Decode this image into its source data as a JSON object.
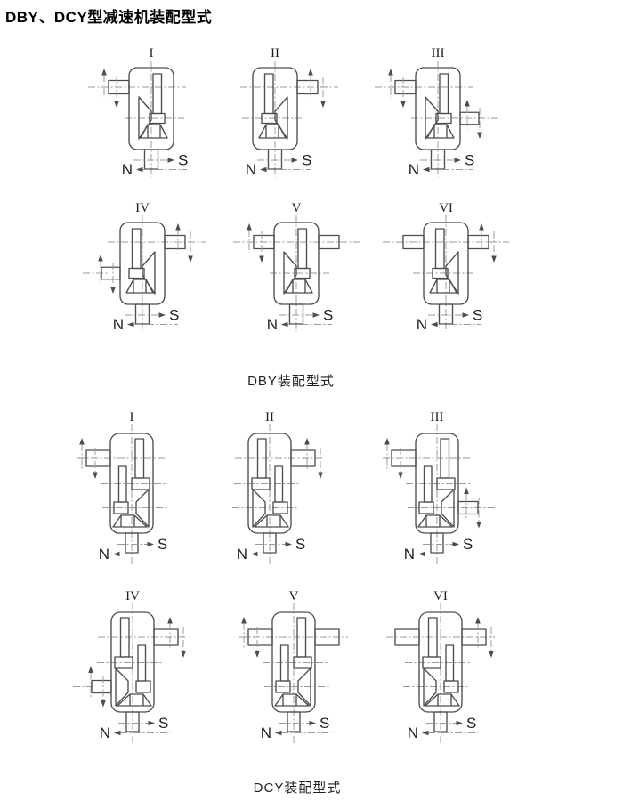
{
  "title": "DBY、DCY型减速机装配型式",
  "shaft_labels": {
    "speed_end": "S",
    "power_end": "N"
  },
  "colors": {
    "line": "#4d4d4d",
    "centerline": "#9a9a9a",
    "text": "#1f1f1f"
  },
  "groups": [
    {
      "id": "dby",
      "kind": "DBY",
      "caption": "DBY装配型式",
      "diagrams": [
        {
          "numeral": "I",
          "inner_side": "right",
          "shafts": [
            {
              "side": "left",
              "level": "top",
              "arrows": true
            }
          ]
        },
        {
          "numeral": "II",
          "inner_side": "left",
          "shafts": [
            {
              "side": "right",
              "level": "top",
              "arrows": true
            }
          ]
        },
        {
          "numeral": "III",
          "inner_side": "right",
          "shafts": [
            {
              "side": "left",
              "level": "top",
              "arrows": true
            },
            {
              "side": "right",
              "level": "mid",
              "arrows": true
            }
          ]
        },
        {
          "numeral": "IV",
          "inner_side": "left",
          "shafts": [
            {
              "side": "right",
              "level": "top",
              "arrows": true
            },
            {
              "side": "left",
              "level": "mid",
              "arrows": true
            }
          ]
        },
        {
          "numeral": "V",
          "inner_side": "right",
          "shafts": [
            {
              "side": "left",
              "level": "top",
              "arrows": true
            },
            {
              "side": "right",
              "level": "top",
              "arrows": false
            }
          ]
        },
        {
          "numeral": "VI",
          "inner_side": "left",
          "shafts": [
            {
              "side": "left",
              "level": "top",
              "arrows": false
            },
            {
              "side": "right",
              "level": "top",
              "arrows": true
            }
          ]
        }
      ]
    },
    {
      "id": "dcy",
      "kind": "DCY",
      "caption": "DCY装配型式",
      "diagrams": [
        {
          "numeral": "I",
          "inner_side": "right",
          "shafts": [
            {
              "side": "left",
              "level": "top",
              "arrows": true
            }
          ]
        },
        {
          "numeral": "II",
          "inner_side": "left",
          "shafts": [
            {
              "side": "right",
              "level": "top",
              "arrows": true
            }
          ]
        },
        {
          "numeral": "III",
          "inner_side": "right",
          "shafts": [
            {
              "side": "left",
              "level": "top",
              "arrows": true
            },
            {
              "side": "right",
              "level": "mid",
              "arrows": true
            }
          ]
        },
        {
          "numeral": "IV",
          "inner_side": "left",
          "shafts": [
            {
              "side": "right",
              "level": "top",
              "arrows": true
            },
            {
              "side": "left",
              "level": "mid",
              "arrows": true
            }
          ]
        },
        {
          "numeral": "V",
          "inner_side": "right",
          "shafts": [
            {
              "side": "left",
              "level": "top",
              "arrows": true
            },
            {
              "side": "right",
              "level": "top",
              "arrows": false
            }
          ]
        },
        {
          "numeral": "VI",
          "inner_side": "left",
          "shafts": [
            {
              "side": "left",
              "level": "top",
              "arrows": false
            },
            {
              "side": "right",
              "level": "top",
              "arrows": true
            }
          ]
        }
      ]
    }
  ]
}
